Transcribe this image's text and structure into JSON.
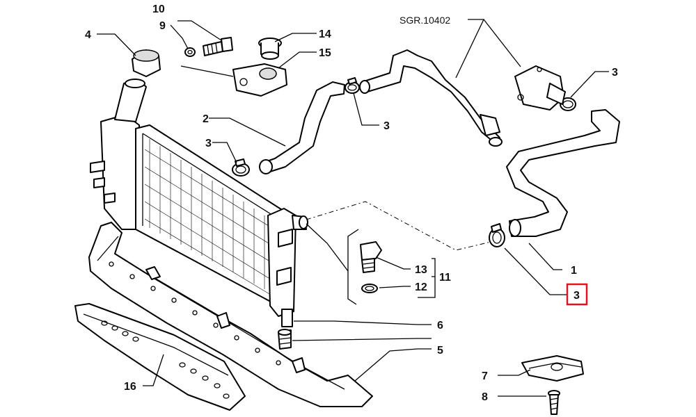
{
  "diagram": {
    "reference_code": "SGR.10402",
    "highlighted_label": "3",
    "callouts": {
      "c1": "1",
      "c2": "2",
      "c3_top_right": "3",
      "c3_top_mid": "3",
      "c3_left": "3",
      "c3_highlight": "3",
      "c4": "4",
      "c5": "5",
      "c6": "6",
      "c7": "7",
      "c8": "8",
      "c9": "9",
      "c10": "10",
      "c11": "11",
      "c12": "12",
      "c13": "13",
      "c14": "14",
      "c15": "15",
      "c16": "16"
    }
  }
}
